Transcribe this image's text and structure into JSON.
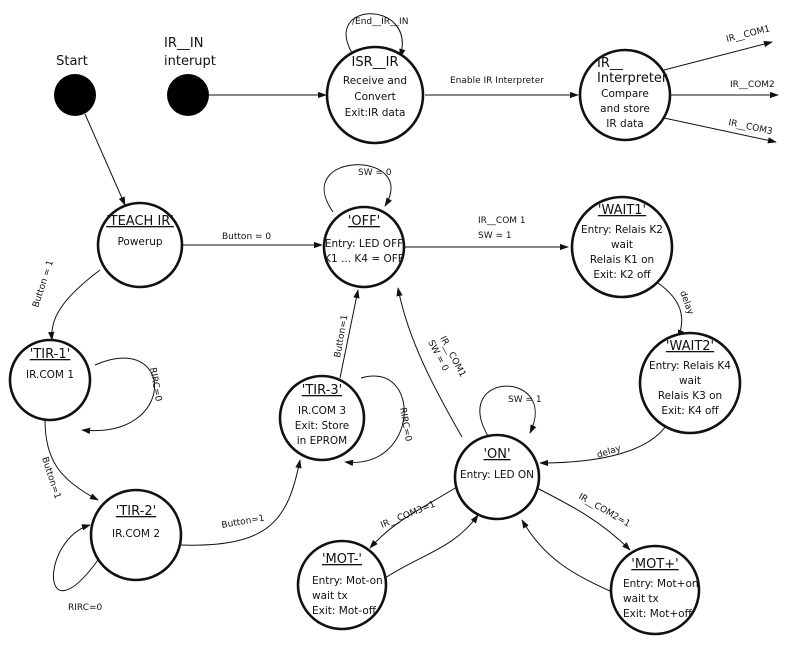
{
  "start_nodes": {
    "start": "Start",
    "ir_in_line1": "IR__IN",
    "ir_in_line2": "interupt"
  },
  "states": {
    "isr_ir": {
      "title": "ISR__IR",
      "lines": [
        "Receive and",
        "Convert",
        "Exit:IR data"
      ]
    },
    "ir_interpreter": {
      "title1": "IR__",
      "title2": "Interpreter",
      "lines": [
        "Compare",
        "and store",
        "IR data"
      ]
    },
    "teach_ir": {
      "title": "'TEACH IR'",
      "lines": [
        "Powerup"
      ]
    },
    "off": {
      "title": "'OFF'",
      "lines": [
        "Entry: LED OFF",
        "K1 ... K4 = OFF"
      ]
    },
    "wait1": {
      "title": "'WAIT1'",
      "lines": [
        "Entry: Relais K2",
        "wait",
        "Relais K1 on",
        "Exit: K2 off"
      ]
    },
    "wait2": {
      "title": "'WAIT2'",
      "lines": [
        "Entry: Relais K4",
        "wait",
        "Relais K3 on",
        "Exit: K4 off"
      ]
    },
    "tir1": {
      "title": "'TIR-1'",
      "lines": [
        "IR.COM 1"
      ]
    },
    "tir2": {
      "title": "'TIR-2'",
      "lines": [
        "IR.COM 2"
      ]
    },
    "tir3": {
      "title": "'TIR-3'",
      "lines": [
        "IR.COM 3",
        "Exit: Store",
        "in EPROM"
      ]
    },
    "on": {
      "title": "'ON'",
      "lines": [
        "Entry: LED ON"
      ]
    },
    "mot_minus": {
      "title": "'MOT-'",
      "lines": [
        "Entry: Mot-on",
        "wait tx",
        "Exit: Mot-off"
      ]
    },
    "mot_plus": {
      "title": "'MOT+'",
      "lines": [
        "Entry: Mot+on",
        "wait tx",
        "Exit: Mot+off"
      ]
    }
  },
  "transitions": {
    "end_ir_in": "/End__IR__IN",
    "enable_interpreter": "Enable IR Interpreter",
    "ir_com1_out": "IR__COM1",
    "ir_com2_out": "IR__COM2",
    "ir_com3_out": "IR__COM3",
    "button0": "Button = 0",
    "sw0": "SW = 0",
    "ir_com1_sw1_line1": "IR__COM 1",
    "ir_com1_sw1_line2": "SW = 1",
    "delay1": "delay",
    "delay2": "delay",
    "button1_teach": "Button = 1",
    "rirc0_tir1": "RIRC=0",
    "button1_tir1": "Button=1",
    "rirc0_tir2": "RIRC=0",
    "button1_tir2": "Button=1",
    "rirc0_tir3": "RIRC=0",
    "button1_tir3": "Button=1",
    "ir_com1_on_line1": "IR__COM1",
    "ir_com1_on_line2": "SW = 0",
    "sw1_on": "SW = 1",
    "ir_com3": "IR__COM3=1",
    "ir_com2": "IR__COM2=1"
  }
}
